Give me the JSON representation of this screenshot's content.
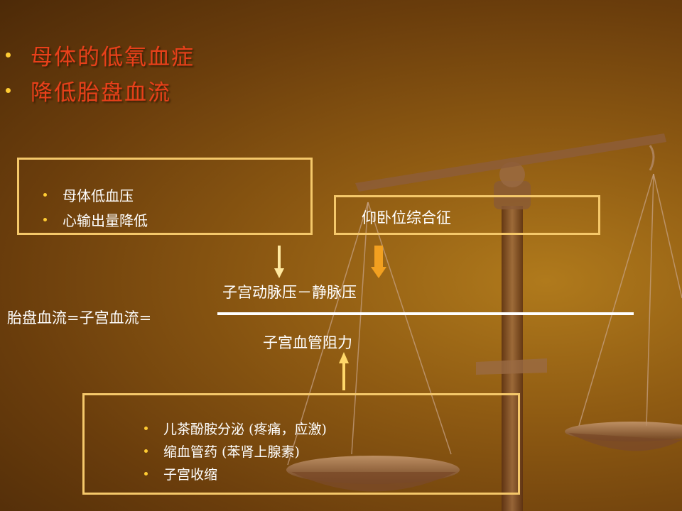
{
  "top_bullets": [
    "母体的低氧血症",
    "降低胎盘血流"
  ],
  "box_left_items": [
    "母体低血压",
    "心输出量降低"
  ],
  "box_right_text": "仰卧位综合征",
  "formula": {
    "left": "胎盘血流=子宫血流=",
    "numerator": "子宫动脉压－静脉压",
    "denominator": "子宫血管阻力"
  },
  "box_bottom_items": [
    "儿茶酚胺分泌 (疼痛，应激)",
    "缩血管药 (苯肾上腺素)",
    "子宫收缩"
  ],
  "colors": {
    "heading": "#e8401a",
    "box_border": "#f5c86a",
    "bullet": "#ffcc33"
  }
}
